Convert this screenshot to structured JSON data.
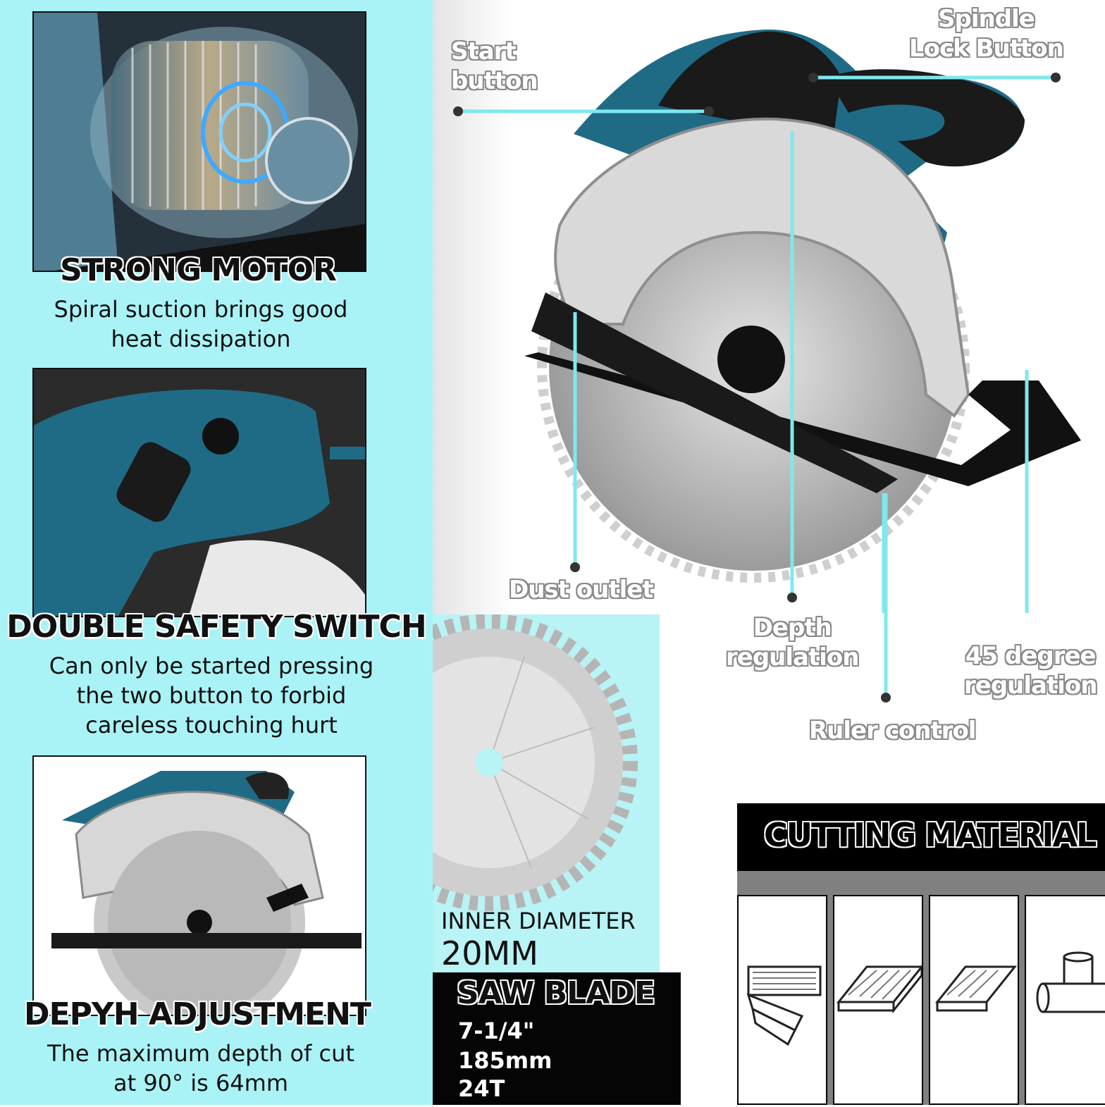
{
  "features": [
    {
      "title": "STRONG MOTOR",
      "desc": [
        "Spiral suction brings good",
        "heat dissipation"
      ],
      "icon": "motor-icon"
    },
    {
      "title": "DOUBLE SAFETY SWITCH",
      "desc": [
        "Can only be started pressing",
        "the two button to forbid",
        "careless touching hurt"
      ],
      "icon": "switch-icon"
    },
    {
      "title": "DEPYH ADJUSTMENT",
      "desc": [
        "The maximum depth of cut",
        "at 90°  is 64mm"
      ],
      "icon": "saw-icon"
    }
  ],
  "callouts": {
    "start": [
      "Start",
      "button"
    ],
    "spindle": [
      "Spindle",
      "Lock Button"
    ],
    "dust": "Dust outlet",
    "depth": [
      "Depth",
      "regulation"
    ],
    "degree": [
      "45 degree",
      "regulation"
    ],
    "ruler": "Ruler control"
  },
  "blade": {
    "inner_label": "INNER DIAMETER",
    "inner_value": "20MM"
  },
  "saw_blade": {
    "title": "SAW BLADE",
    "specs": [
      "7-1/4\"",
      "185mm",
      "24T"
    ]
  },
  "cutting": {
    "title": "CUTTING MATERIAL",
    "materials": [
      "wood-planks-icon",
      "board-icon",
      "laminate-icon",
      "pipe-icon"
    ]
  },
  "colors": {
    "accent": "#6fe9ef",
    "panel": "#a9f3f6",
    "tool_blue": "#1f6b86"
  }
}
